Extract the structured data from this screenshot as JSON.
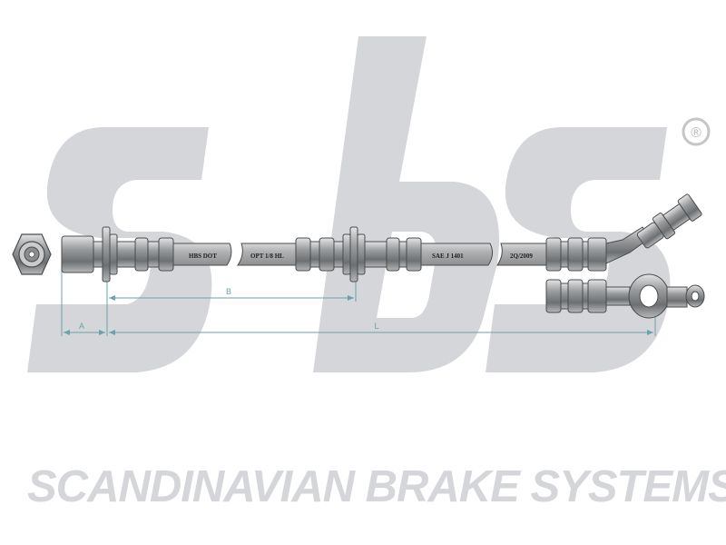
{
  "brand": {
    "logo_text": "sbs",
    "registered_mark": "®",
    "tagline": "SCANDINAVIAN BRAKE SYSTEMS",
    "watermark_color": "#d4d6d9"
  },
  "hose_markings": [
    "HBS DOT",
    "OPT 1/8 HL",
    "SAE J 1401",
    "2Q/2009"
  ],
  "dimensions": [
    {
      "label": "A"
    },
    {
      "label": "B"
    },
    {
      "label": "L"
    }
  ],
  "colors": {
    "hose": "#a9abad",
    "metal_dark": "#6f7274",
    "metal_light": "#c9cbcd",
    "dimension_line": "#6aa3a8"
  }
}
